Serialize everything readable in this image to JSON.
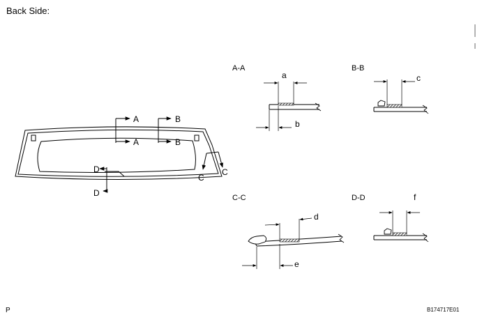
{
  "title": "Back Side:",
  "corner_label": "P",
  "document_code": "B174717E01",
  "cut_marks": {
    "a_top": "A",
    "a_bottom": "A",
    "b_top": "B",
    "b_bottom": "B",
    "c_left": "C",
    "c_right": "C",
    "d_top": "D",
    "d_bottom": "D"
  },
  "sections": [
    {
      "title": "A-A",
      "dims": [
        "a",
        "b"
      ]
    },
    {
      "title": "B-B",
      "dims": [
        "c"
      ]
    },
    {
      "title": "C-C",
      "dims": [
        "d",
        "e"
      ]
    },
    {
      "title": "D-D",
      "dims": [
        "f"
      ]
    }
  ]
}
